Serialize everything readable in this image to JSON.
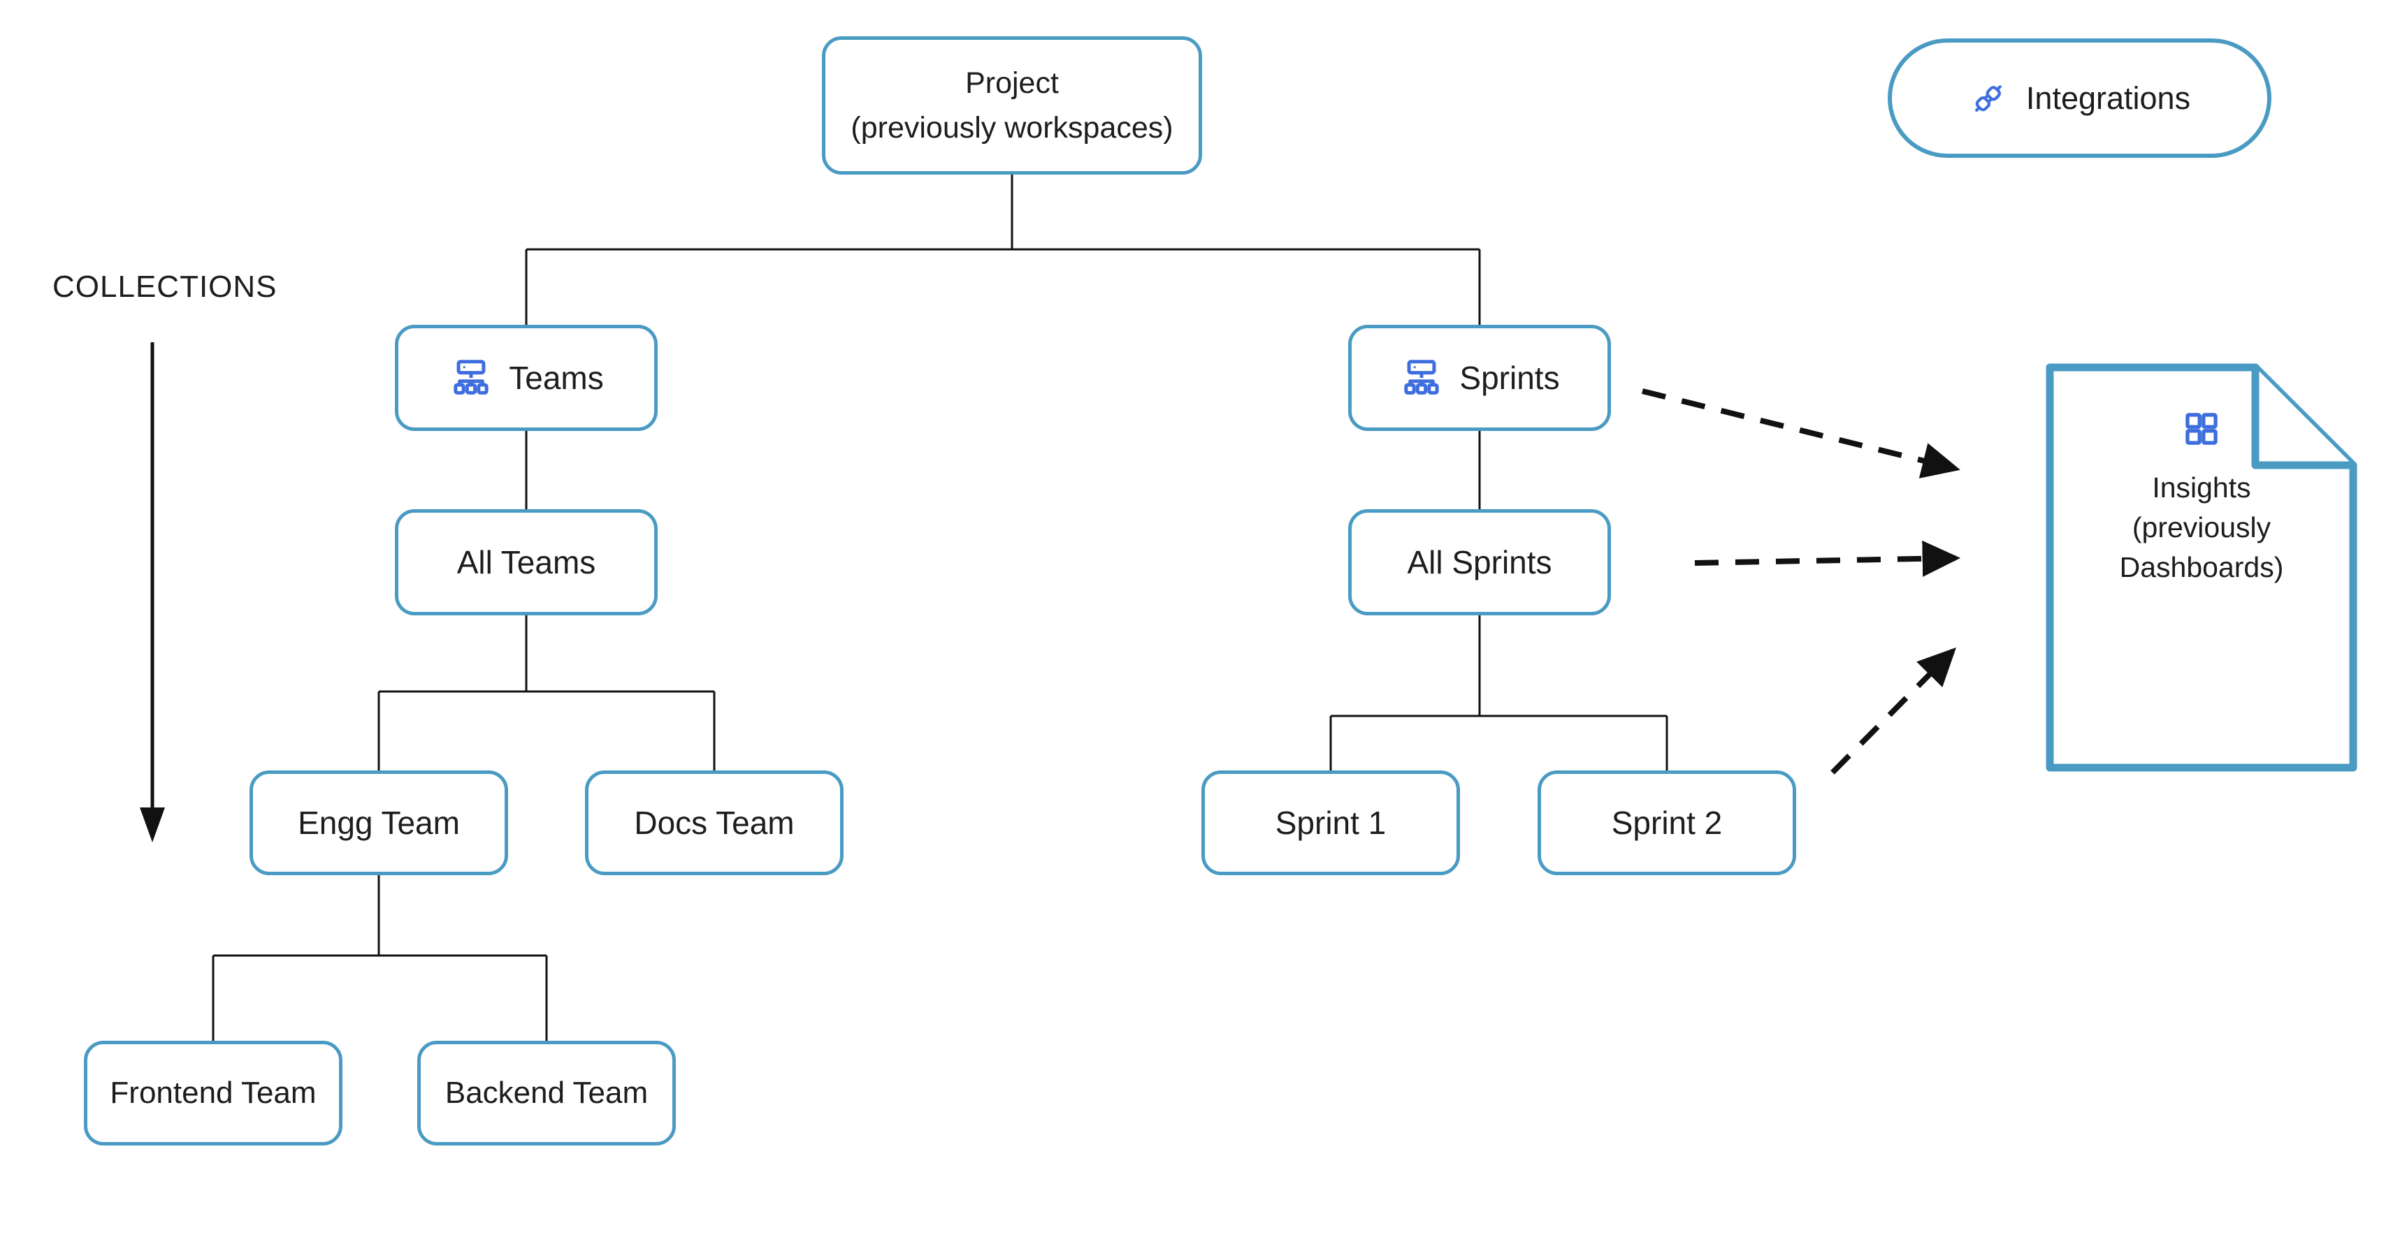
{
  "collections": {
    "label": "COLLECTIONS"
  },
  "tree": {
    "project": {
      "lines": [
        "Project",
        "(previously workspaces)"
      ]
    },
    "teams": {
      "label": "Teams"
    },
    "all_teams": {
      "label": "All Teams"
    },
    "engg_team": {
      "label": "Engg Team"
    },
    "docs_team": {
      "label": "Docs Team"
    },
    "frontend_team": {
      "label": "Frontend Team"
    },
    "backend_team": {
      "label": "Backend Team"
    },
    "sprints": {
      "label": "Sprints"
    },
    "all_sprints": {
      "label": "All Sprints"
    },
    "sprint_1": {
      "label": "Sprint 1"
    },
    "sprint_2": {
      "label": "Sprint 2"
    }
  },
  "insights": {
    "lines": [
      "Insights",
      "(previously",
      "Dashboards)"
    ]
  },
  "integrations": {
    "label": "Integrations"
  },
  "icons": {
    "teams": "org-hierarchy-icon",
    "sprints": "org-hierarchy-icon",
    "insights": "grid-icon",
    "integrations": "plug-icon"
  },
  "colors": {
    "node_border": "#4A9BC3",
    "icon_blue": "#3E6EDE",
    "connector": "#111111",
    "text": "#1D1D1F",
    "background": "#FFFFFF"
  }
}
